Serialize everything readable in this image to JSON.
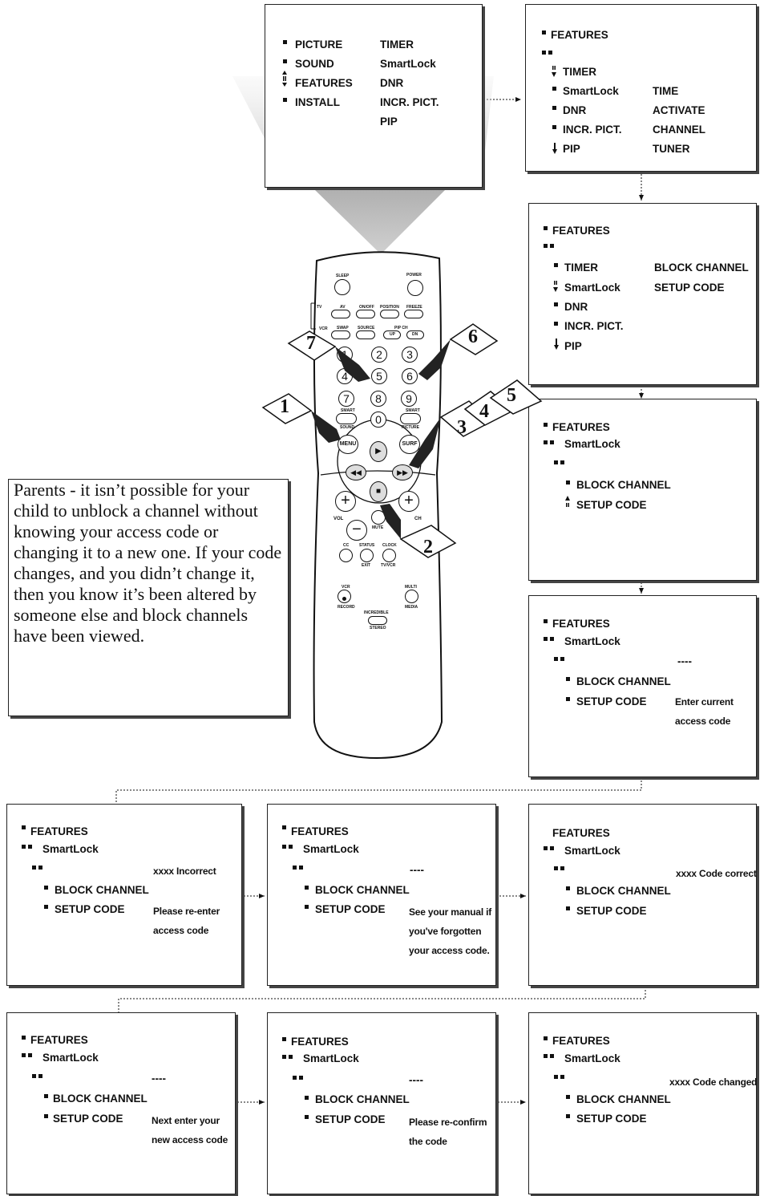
{
  "main_menu": {
    "items": [
      "PICTURE",
      "SOUND",
      "FEATURES",
      "INSTALL"
    ],
    "subitems": [
      "TIMER",
      "SmartLock",
      "DNR",
      "INCR. PICT.",
      "PIP"
    ]
  },
  "features_menu": {
    "title": "FEATURES",
    "items": [
      "TIMER",
      "SmartLock",
      "DNR",
      "INCR. PICT.",
      "PIP"
    ],
    "subitems": [
      "TIME",
      "ACTIVATE",
      "CHANNEL",
      "TUNER"
    ]
  },
  "smartlock_menu": {
    "title": "FEATURES",
    "items": [
      "TIMER",
      "SmartLock",
      "DNR",
      "INCR. PICT.",
      "PIP"
    ],
    "subitems": [
      "BLOCK CHANNEL",
      "SETUP CODE"
    ]
  },
  "setup_menu": {
    "title": "FEATURES",
    "sub": "SmartLock",
    "items": [
      "BLOCK CHANNEL",
      "SETUP CODE"
    ]
  },
  "enter_code": {
    "title": "FEATURES",
    "sub": "SmartLock",
    "code": "----",
    "items": [
      "BLOCK CHANNEL",
      "SETUP CODE"
    ],
    "msg1": "Enter current",
    "msg2": "access code"
  },
  "incorrect": {
    "title": "FEATURES",
    "sub": "SmartLock",
    "code": "xxxx Incorrect",
    "items": [
      "BLOCK CHANNEL",
      "SETUP CODE"
    ],
    "msg1": "Please re-enter",
    "msg2": "access code"
  },
  "forgotten": {
    "title": "FEATURES",
    "sub": "SmartLock",
    "code": "----",
    "items": [
      "BLOCK CHANNEL",
      "SETUP CODE"
    ],
    "msg1": "See your manual if",
    "msg2": "you've forgotten",
    "msg3": "your access code."
  },
  "correct": {
    "title": "FEATURES",
    "sub": "SmartLock",
    "code": "xxxx Code correct",
    "items": [
      "BLOCK CHANNEL",
      "SETUP CODE"
    ]
  },
  "new_code": {
    "title": "FEATURES",
    "sub": "SmartLock",
    "code": "----",
    "items": [
      "BLOCK CHANNEL",
      "SETUP CODE"
    ],
    "msg1": "Next enter your",
    "msg2": "new access code"
  },
  "reconfirm": {
    "title": "FEATURES",
    "sub": "SmartLock",
    "code": "----",
    "items": [
      "BLOCK CHANNEL",
      "SETUP CODE"
    ],
    "msg1": "Please re-confirm",
    "msg2": "the code"
  },
  "changed": {
    "title": "FEATURES",
    "sub": "SmartLock",
    "code": "xxxx Code changed",
    "items": [
      "BLOCK CHANNEL",
      "SETUP CODE"
    ]
  },
  "note": {
    "text": "Parents - it isn’t possible for your child to unblock a channel without knowing your access code or changing it to a new one. If your code changes, and you didn’t change it, then you know it’s been altered by someone else and block channels have been viewed."
  },
  "remote": {
    "labels": {
      "sleep": "SLEEP",
      "power": "POWER",
      "tv": "TV",
      "vcr": "VCR",
      "av": "AV",
      "onoff": "ON/OFF",
      "position": "POSITION",
      "freeze": "FREEZE",
      "swap": "SWAP",
      "source": "SOURCE",
      "pipch": "PIP CH",
      "up": "UP",
      "dn": "DN",
      "smart_sound_top": "SMART",
      "smart_sound_bottom": "SOUND",
      "smart_picture_top": "SMART",
      "smart_picture_bottom": "PICTURE",
      "menu": "MENU",
      "surf": "SURF",
      "vol": "VOL",
      "ch": "CH",
      "mute": "MUTE",
      "cc": "CC",
      "status": "STATUS",
      "exit": "EXIT",
      "clock": "CLOCK",
      "tvvcr": "TV/VCR",
      "vcr_rec_top": "VCR",
      "record": "RECORD",
      "multi": "MULTI",
      "media": "MEDIA",
      "incredible": "INCREDIBLE",
      "stereo": "STEREO"
    },
    "digits": [
      "1",
      "2",
      "3",
      "4",
      "5",
      "6",
      "7",
      "8",
      "9",
      "0"
    ],
    "steps": [
      "1",
      "2",
      "3",
      "4",
      "5",
      "6",
      "7"
    ]
  }
}
